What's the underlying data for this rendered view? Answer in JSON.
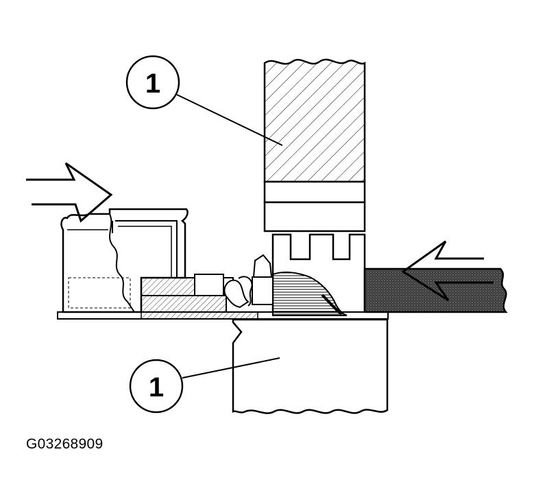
{
  "diagram": {
    "callouts": [
      {
        "id": "upper",
        "label": "1"
      },
      {
        "id": "lower",
        "label": "1"
      }
    ],
    "figure_id": "G03268909"
  }
}
